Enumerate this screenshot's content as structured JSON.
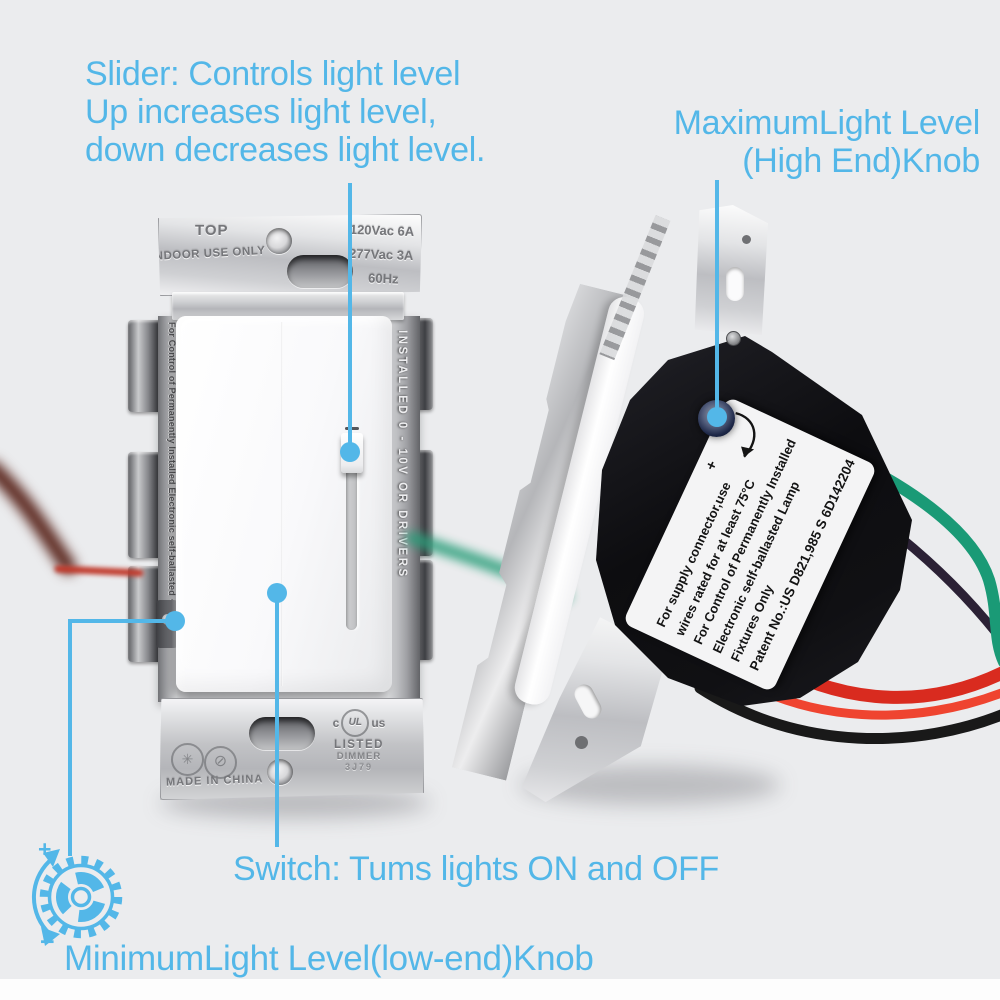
{
  "colors": {
    "accent": "#53b7e8",
    "background": "#ebecee",
    "label_background": "#f4f4f5",
    "wire_green": "#1a9a76",
    "wire_red": "#d92b1f",
    "wire_black": "#191919",
    "wire_purple": "#2b2135"
  },
  "icons": {
    "adjust_knob": "gear-icon",
    "rotation": "rotation-arrow-icon"
  },
  "annotations": {
    "slider": {
      "lines": [
        "Slider: Controls light level",
        "Up increases light level,",
        "down decreases light level."
      ]
    },
    "maximum": {
      "lines": [
        "MaximumLight Level",
        "(High End)Knob"
      ]
    },
    "switch": {
      "text": "Switch: Tums lights ON and OFF"
    },
    "minimum": {
      "text": "MinimumLight Level(low-end)Knob",
      "plus": "+",
      "minus": "−"
    }
  },
  "front_view": {
    "top_bracket": {
      "top_label": "TOP",
      "indoor_label": "INDOOR USE ONLY",
      "ratings": [
        "120Vac 6A",
        "277Vac 3A",
        "60Hz"
      ]
    },
    "left_rail_text": "For Control of Permanently Installed Electronic self-ballasted + Lum",
    "right_rail_text": "INSTALLED 0 - 10V OR DRIVERS",
    "bottom_bracket": {
      "made_in": "MADE IN CHINA",
      "ul_prefix": "c",
      "ul": "UL",
      "ul_suffix": "us",
      "listed": "LISTED",
      "dimmer": "DIMMER",
      "code": "3J79"
    }
  },
  "back_view": {
    "label_lines": [
      "For supply connector,use",
      "wires rated for at least 75°C",
      "For Control of Permanently Installed",
      "Electronic self-ballasted Lamp",
      "Fixtures Only"
    ],
    "patent_line": "Patent No.:US D821,985 S  6D142204",
    "knob_plus": "+",
    "knob_minus": "−"
  }
}
